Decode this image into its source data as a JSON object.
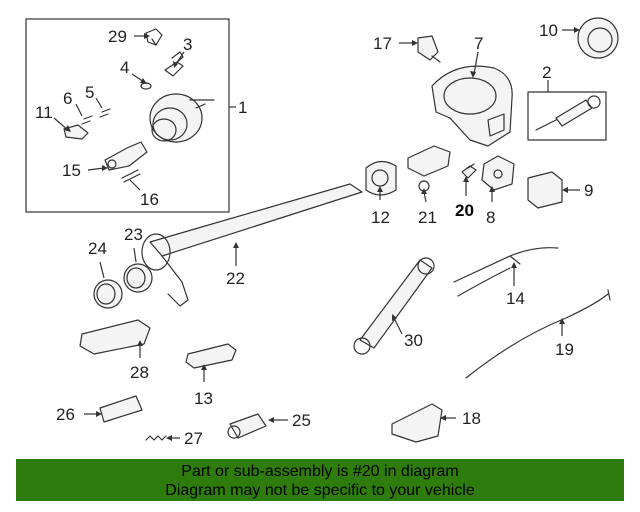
{
  "diagram": {
    "labels": [
      "1",
      "2",
      "3",
      "4",
      "5",
      "6",
      "7",
      "8",
      "9",
      "10",
      "11",
      "12",
      "13",
      "14",
      "15",
      "16",
      "17",
      "18",
      "19",
      "20",
      "21",
      "22",
      "23",
      "24",
      "25",
      "26",
      "27",
      "28",
      "29",
      "30"
    ],
    "highlight_label": "20",
    "colors": {
      "line": "#333333",
      "banner": "#2e7d0c",
      "highlight": "#000000"
    }
  },
  "banner": {
    "line1": "Part or sub-assembly is #20 in diagram",
    "line2": "Diagram may not be specific to your vehicle"
  }
}
